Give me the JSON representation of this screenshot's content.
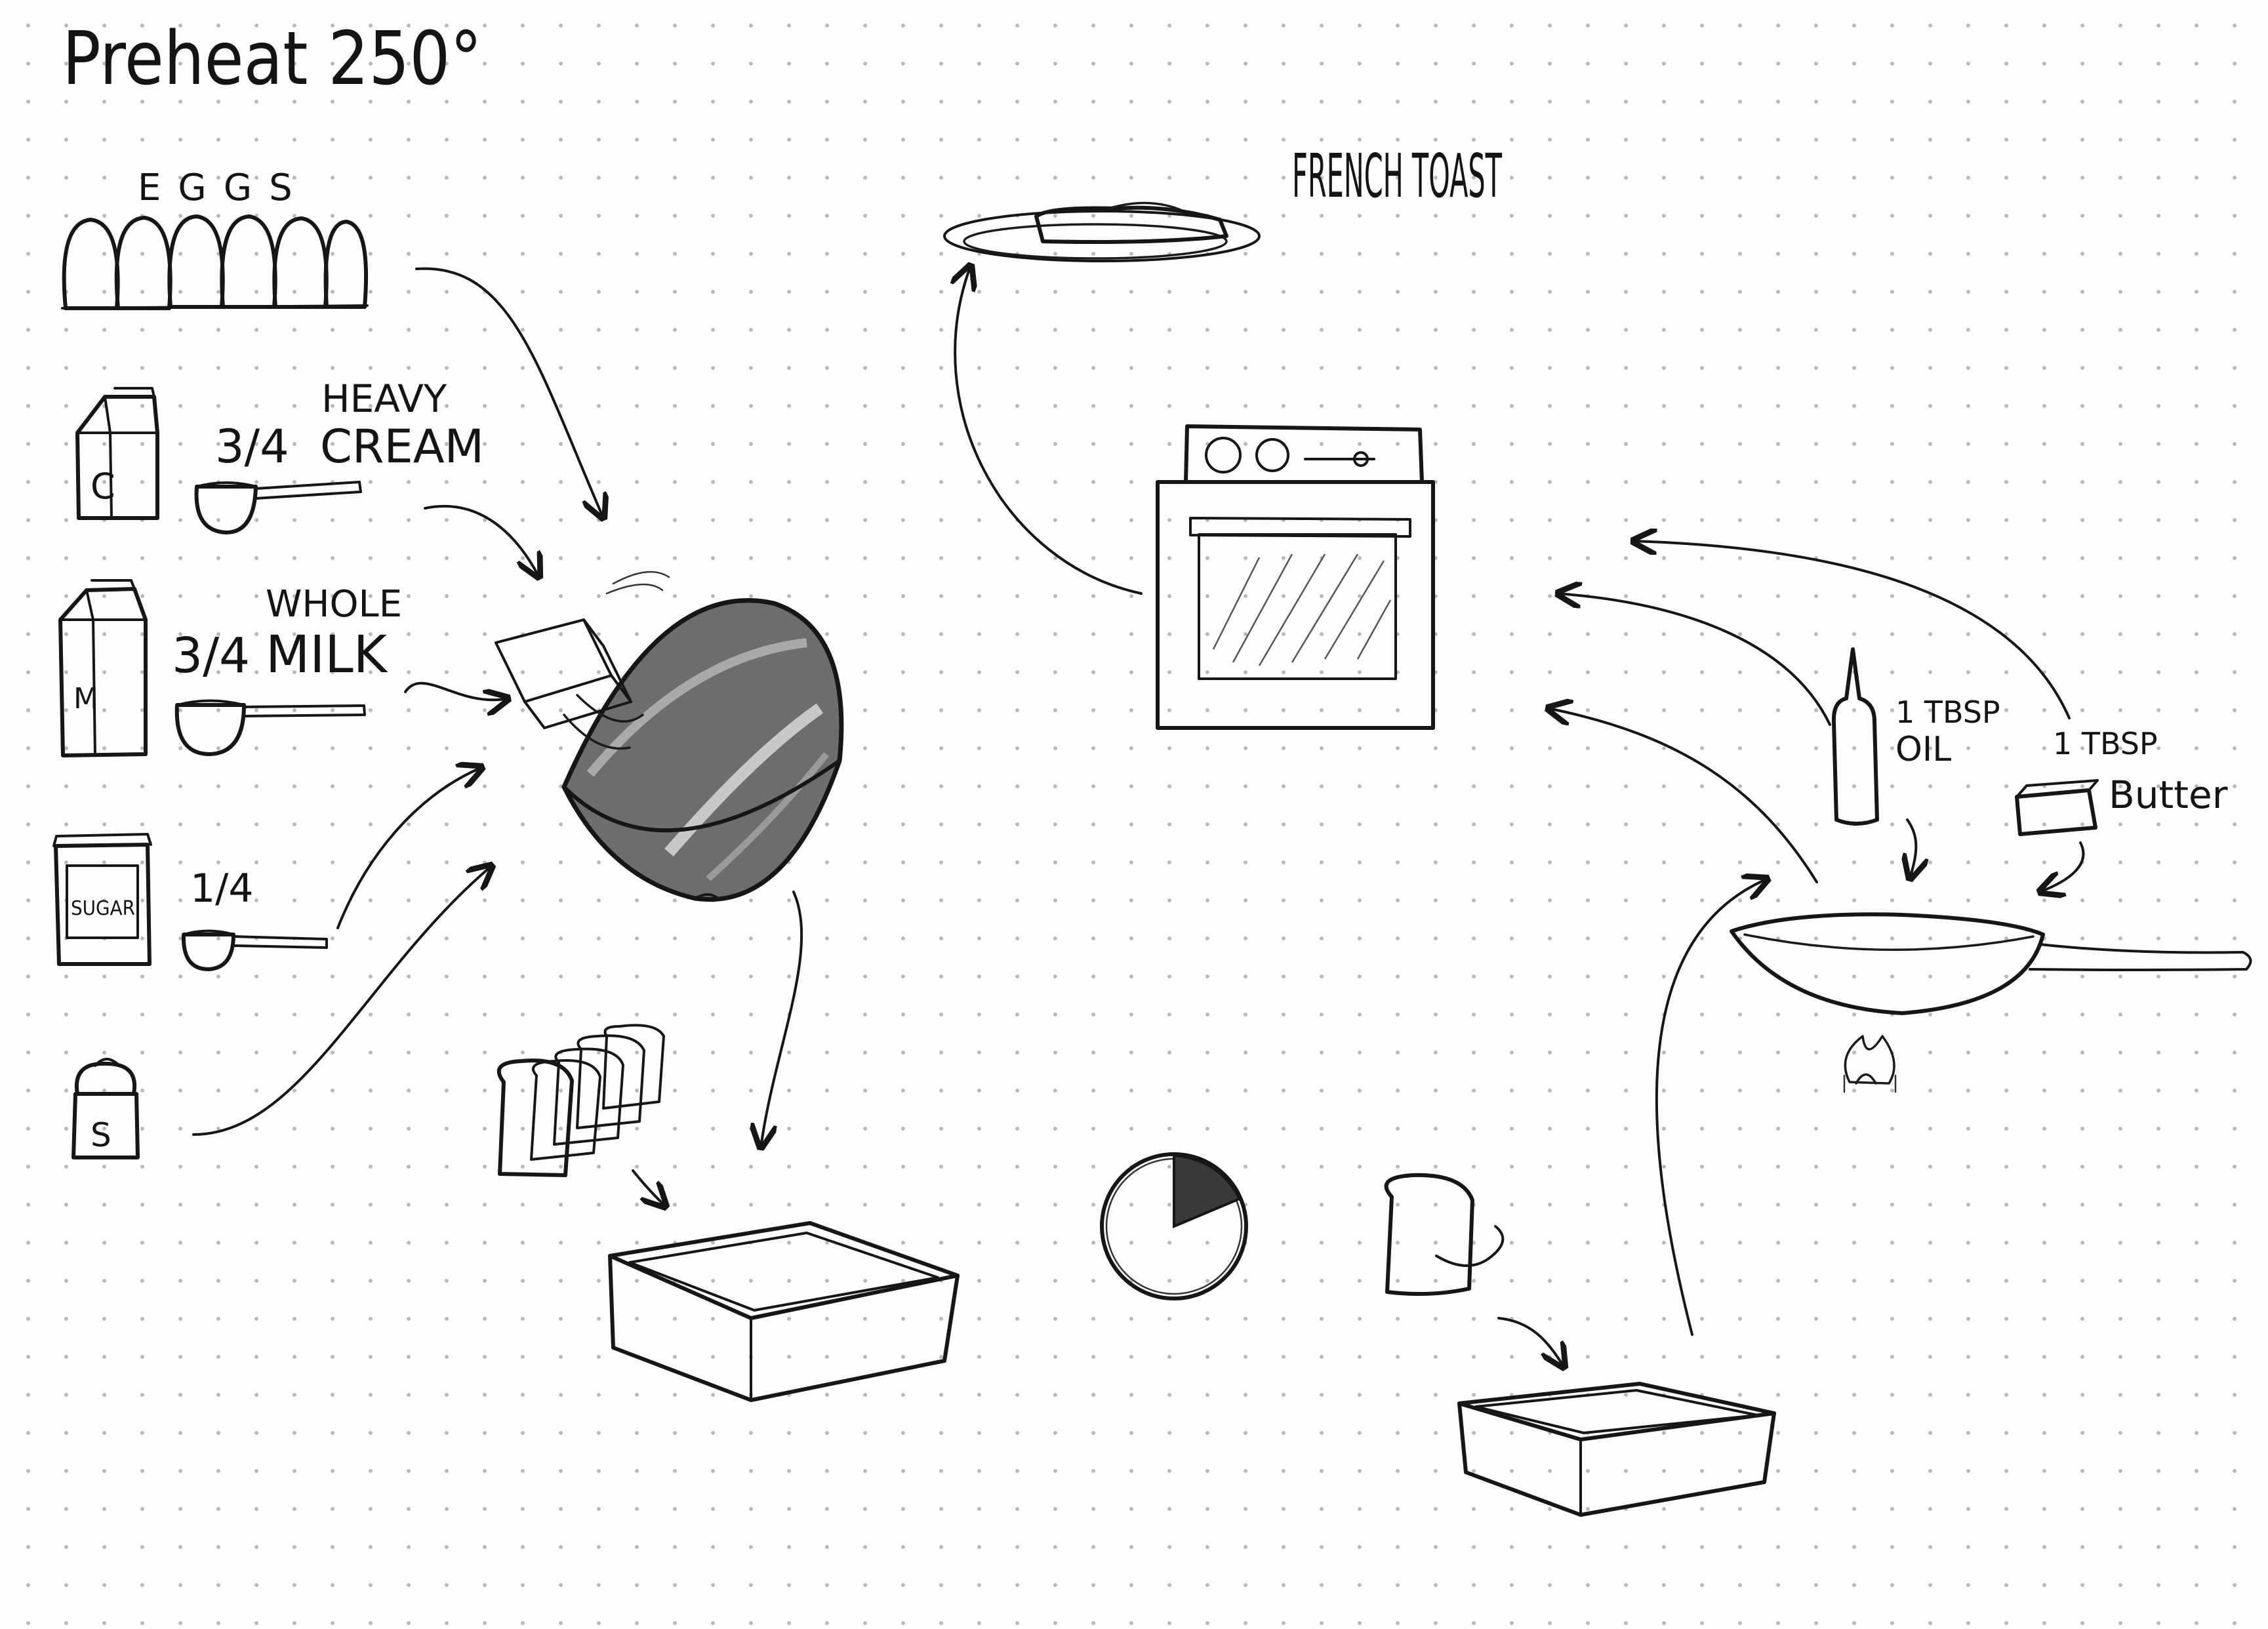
{
  "title": "Preheat 250°",
  "dish": "FRENCH TOAST",
  "ingredients": {
    "eggs": "EGGS",
    "cream_amount": "3/4",
    "cream_name_1": "HEAVY",
    "cream_name_2": "CREAM",
    "cream_carton": "C",
    "milk_amount": "3/4",
    "milk_name_1": "WHOLE",
    "milk_name_2": "MILK",
    "milk_carton": "M",
    "sugar_amount": "1/4",
    "sugar_jar": "SUGAR",
    "salt_shaker": "S",
    "oil_amount": "1 TBSP",
    "oil_name": "OIL",
    "butter_amount": "1 TBSP",
    "butter_name": "Butter"
  }
}
